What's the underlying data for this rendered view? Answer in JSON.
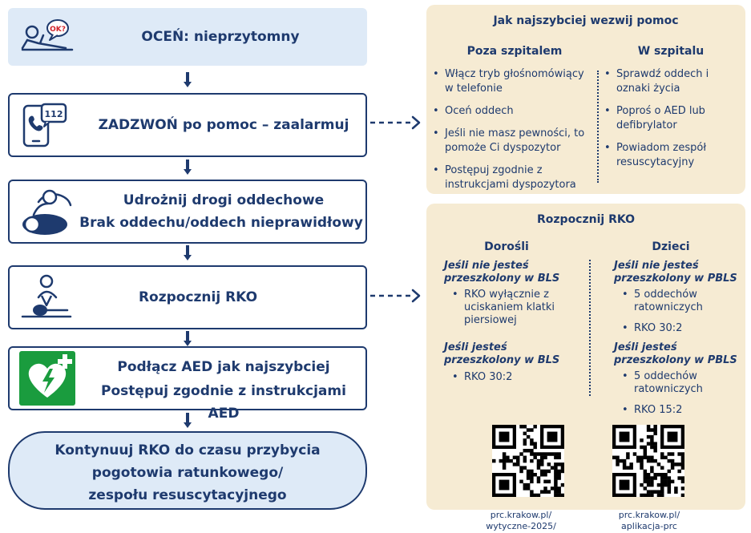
{
  "steps": {
    "assess": "OCEŃ: nieprzytomny",
    "call": "ZADZWOŃ po pomoc – zaalarmuj",
    "airway_line1": "Udrożnij drogi oddechowe",
    "airway_line2": "Brak oddechu/oddech nieprawidłowy",
    "cpr": "Rozpocznij RKO",
    "aed_line1": "Podłącz AED jak najszybciej",
    "aed_line2": "Postępuj zgodnie z instrukcjami AED",
    "continue_line1": "Kontynuuj RKO do czasu przybycia",
    "continue_line2": "pogotowia ratunkowego/",
    "continue_line3": "zespołu resuscytacyjnego"
  },
  "icons": {
    "assess": "person-lying-ok-bubble-icon",
    "call": "phone-112-icon",
    "airway": "head-tilt-airway-icon",
    "cpr": "chest-compression-icon",
    "aed": "aed-heart-icon"
  },
  "help_panel": {
    "title": "Jak najszybciej wezwij pomoc",
    "outside": {
      "heading": "Poza szpitalem",
      "items": [
        "Włącz tryb głośnomówiący w telefonie",
        "Oceń oddech",
        "Jeśli nie masz pewności, to pomoże Ci dyspozytor",
        "Postępuj zgodnie z instrukcjami dyspozytora"
      ]
    },
    "inside": {
      "heading": "W szpitalu",
      "items": [
        "Sprawdź oddech i oznaki życia",
        "Poproś o AED lub defibrylator",
        "Powiadom zespół resuscytacyjny"
      ]
    }
  },
  "cpr_panel": {
    "title": "Rozpocznij RKO",
    "adults": {
      "heading": "Dorośli",
      "untrained_label": "Jeśli nie jesteś przeszkolony w BLS",
      "untrained_items": [
        "RKO wyłącznie z uciskaniem klatki piersiowej"
      ],
      "trained_label": "Jeśli jesteś przeszkolony w BLS",
      "trained_items": [
        "RKO 30:2"
      ]
    },
    "children": {
      "heading": "Dzieci",
      "untrained_label": "Jeśli nie jesteś przeszkolony w PBLS",
      "untrained_items": [
        "5 oddechów ratowniczych",
        "RKO 30:2"
      ],
      "trained_label": "Jeśli jesteś przeszkolony w PBLS",
      "trained_items": [
        "5 oddechów ratowniczych",
        "RKO 15:2"
      ]
    }
  },
  "links": {
    "left_line1": "prc.krakow.pl/",
    "left_line2": "wytyczne-2025/",
    "right_line1": "prc.krakow.pl/",
    "right_line2": "aplikacja-prc"
  },
  "colors": {
    "navy": "#1e3a6e",
    "highlight_fill": "#deeaf7",
    "panel_fill": "#f6ebd3",
    "aed_green": "#1a9c3e"
  }
}
